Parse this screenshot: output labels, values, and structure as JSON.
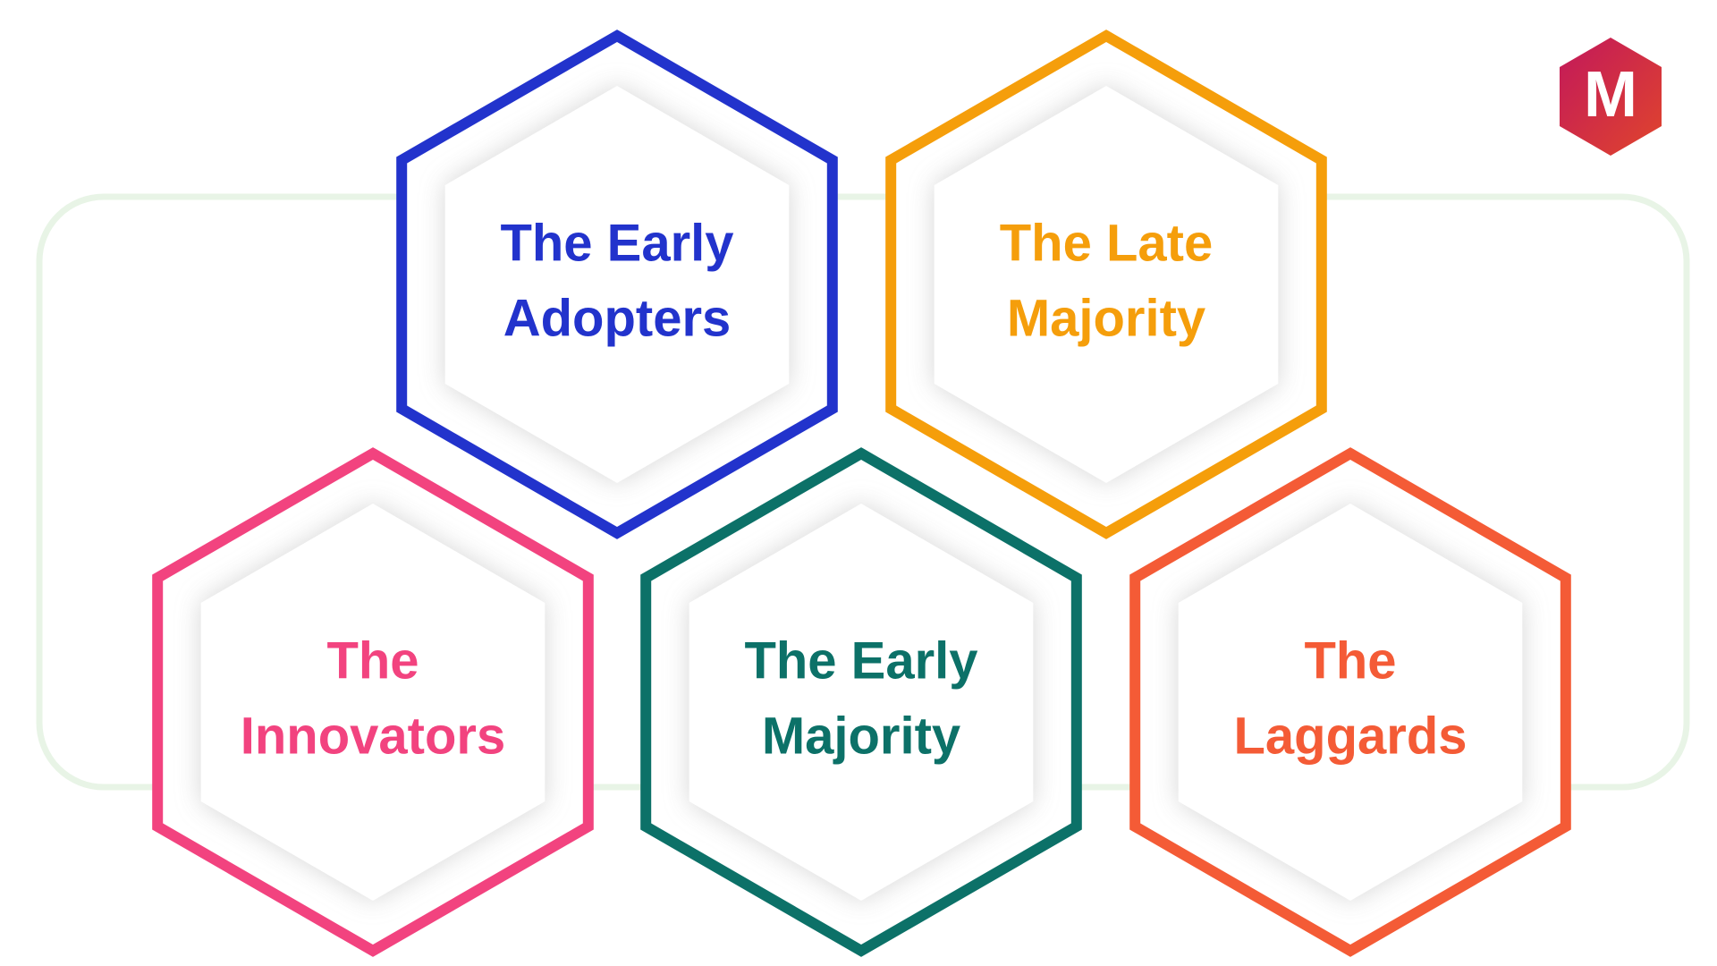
{
  "hexagons": [
    {
      "line1": "The Early",
      "line2": "Adopters",
      "color": "#2233cc"
    },
    {
      "line1": "The Late",
      "line2": "Majority",
      "color": "#f59e0b"
    },
    {
      "line1": "The",
      "line2": "Innovators",
      "color": "#f2437f"
    },
    {
      "line1": "The Early",
      "line2": "Majority",
      "color": "#0c7168"
    },
    {
      "line1": "The",
      "line2": "Laggards",
      "color": "#f45b36"
    }
  ],
  "logo": {
    "letter": "M",
    "colors": [
      "#c2185b",
      "#e0452c"
    ]
  },
  "backdrop_color": "#e8f4e6",
  "inner_hex_fill": "#ffffff",
  "inner_hex_shadow": "#cfcfcf"
}
